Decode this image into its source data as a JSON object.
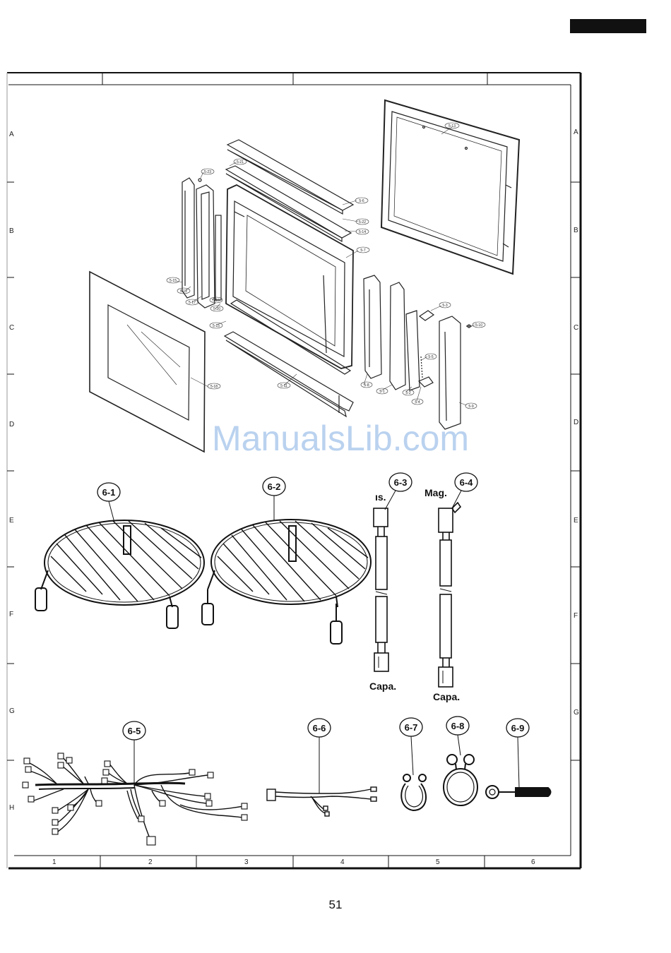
{
  "page": {
    "number": "51",
    "watermark": "ManualsLib.com"
  },
  "grid": {
    "row_letters": [
      "A",
      "B",
      "C",
      "D",
      "E",
      "F",
      "G",
      "H"
    ],
    "column_numbers": [
      "1",
      "2",
      "3",
      "4",
      "5",
      "6"
    ]
  },
  "door_assembly": {
    "callouts": [
      "5-1",
      "5-2",
      "5-3",
      "5-4",
      "5-5",
      "5-6",
      "5-7",
      "5-8",
      "5-9",
      "5-10",
      "5-11",
      "5-12",
      "5-13",
      "5-14",
      "5-15",
      "5-16",
      "5-17",
      "5-18",
      "5-19",
      "5-20",
      "5-21",
      "5-22",
      "5-23",
      "5-16"
    ]
  },
  "accessories": {
    "callouts": [
      "6-1",
      "6-2",
      "6-3",
      "6-4",
      "6-5",
      "6-6",
      "6-7",
      "6-8",
      "6-9"
    ],
    "labels": {
      "fuse_top_63": "ıs.",
      "fuse_bottom_63": "Capa.",
      "fuse_top_64": "Mag.",
      "fuse_bottom_64": "Capa."
    }
  }
}
